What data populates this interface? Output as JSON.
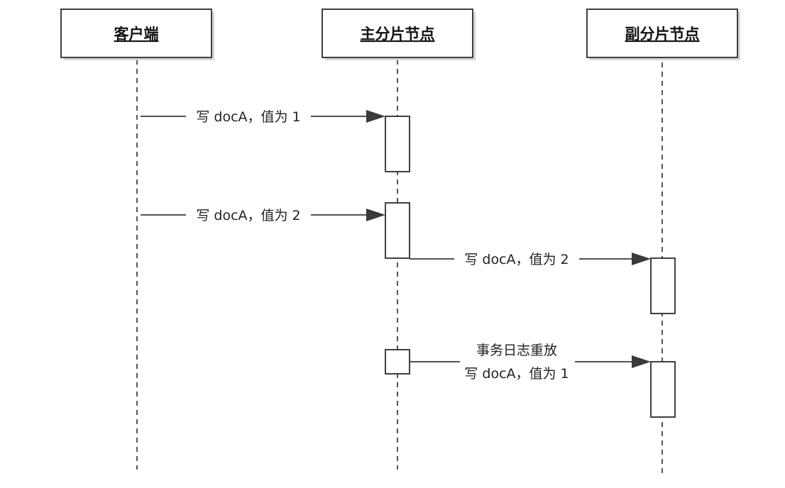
{
  "actors": [
    {
      "id": "client",
      "label": "客户端"
    },
    {
      "id": "primary",
      "label": "主分片节点"
    },
    {
      "id": "replica",
      "label": "副分片节点"
    }
  ],
  "messages": [
    {
      "from": "client",
      "to": "primary",
      "lines": [
        "写 docA，值为 1"
      ]
    },
    {
      "from": "client",
      "to": "primary",
      "lines": [
        "写 docA，值为 2"
      ]
    },
    {
      "from": "primary",
      "to": "replica",
      "lines": [
        "写 docA，值为 2"
      ]
    },
    {
      "from": "primary",
      "to": "replica",
      "lines": [
        "事务日志重放",
        "写 docA，值为 1"
      ]
    }
  ]
}
